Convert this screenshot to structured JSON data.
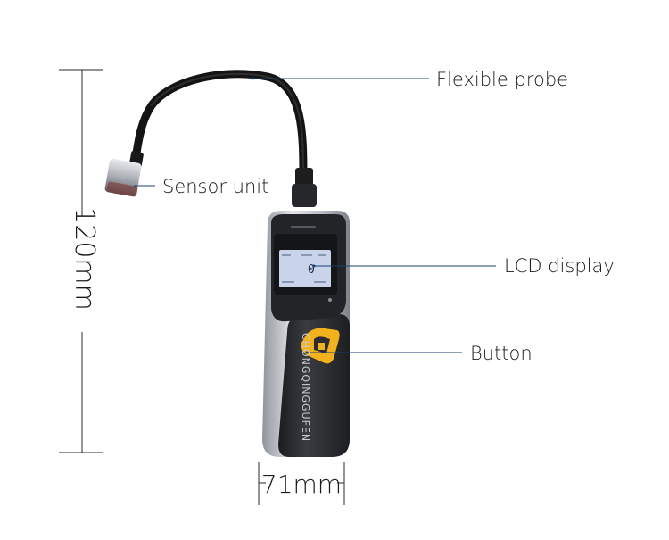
{
  "labels": {
    "flexible_probe": "Flexible probe",
    "sensor_unit": "Sensor unit",
    "lcd_display": "LCD display",
    "button": "Button"
  },
  "dimensions": {
    "height": "120mm",
    "width": "71mm"
  },
  "device": {
    "brand_text": "CHONGQINGGUFEN",
    "lcd_reading": "0"
  },
  "colors": {
    "body_dark": "#2b2d31",
    "body_silver": "#c4c7cc",
    "button_accent": "#f2b21e",
    "lcd_screen": "#c9d4ea",
    "leader_line": "#1d3f6e"
  }
}
